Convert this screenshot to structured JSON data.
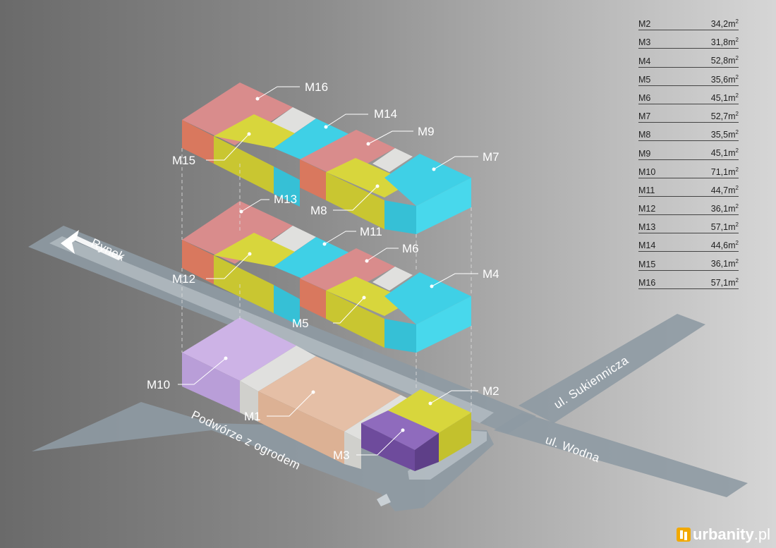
{
  "units": [
    {
      "id": "M2",
      "area": "34,2"
    },
    {
      "id": "M3",
      "area": "31,8"
    },
    {
      "id": "M4",
      "area": "52,8"
    },
    {
      "id": "M5",
      "area": "35,6"
    },
    {
      "id": "M6",
      "area": "45,1"
    },
    {
      "id": "M7",
      "area": "52,7"
    },
    {
      "id": "M8",
      "area": "35,5"
    },
    {
      "id": "M9",
      "area": "45,1"
    },
    {
      "id": "M10",
      "area": "71,1"
    },
    {
      "id": "M11",
      "area": "44,7"
    },
    {
      "id": "M12",
      "area": "36,1"
    },
    {
      "id": "M13",
      "area": "57,1"
    },
    {
      "id": "M14",
      "area": "44,6"
    },
    {
      "id": "M15",
      "area": "36,1"
    },
    {
      "id": "M16",
      "area": "57,1"
    }
  ],
  "area_unit": "m",
  "area_unit_sup": "2",
  "labels": {
    "M1": "M1",
    "M2": "M2",
    "M3": "M3",
    "M4": "M4",
    "M5": "M5",
    "M6": "M6",
    "M7": "M7",
    "M8": "M8",
    "M9": "M9",
    "M10": "M10",
    "M11": "M11",
    "M12": "M12",
    "M13": "M13",
    "M14": "M14",
    "M15": "M15",
    "M16": "M16"
  },
  "streets": {
    "rynek": "Rynek",
    "podworze": "Podwórze z ogrodem",
    "sukiennicza": "ul. Sukiennicza",
    "wodna": "ul. Wodna"
  },
  "logo": {
    "name": "urbanity",
    "tld": ".pl"
  },
  "colors": {
    "pink": "#d98c8c",
    "yellow": "#d8d63c",
    "cyan": "#3fd0e6",
    "lilac": "#cdb3e6",
    "peach": "#e5bfa6",
    "purple": "#7a55a8",
    "road": "#8e9aa3",
    "accent": "#f2a900"
  }
}
